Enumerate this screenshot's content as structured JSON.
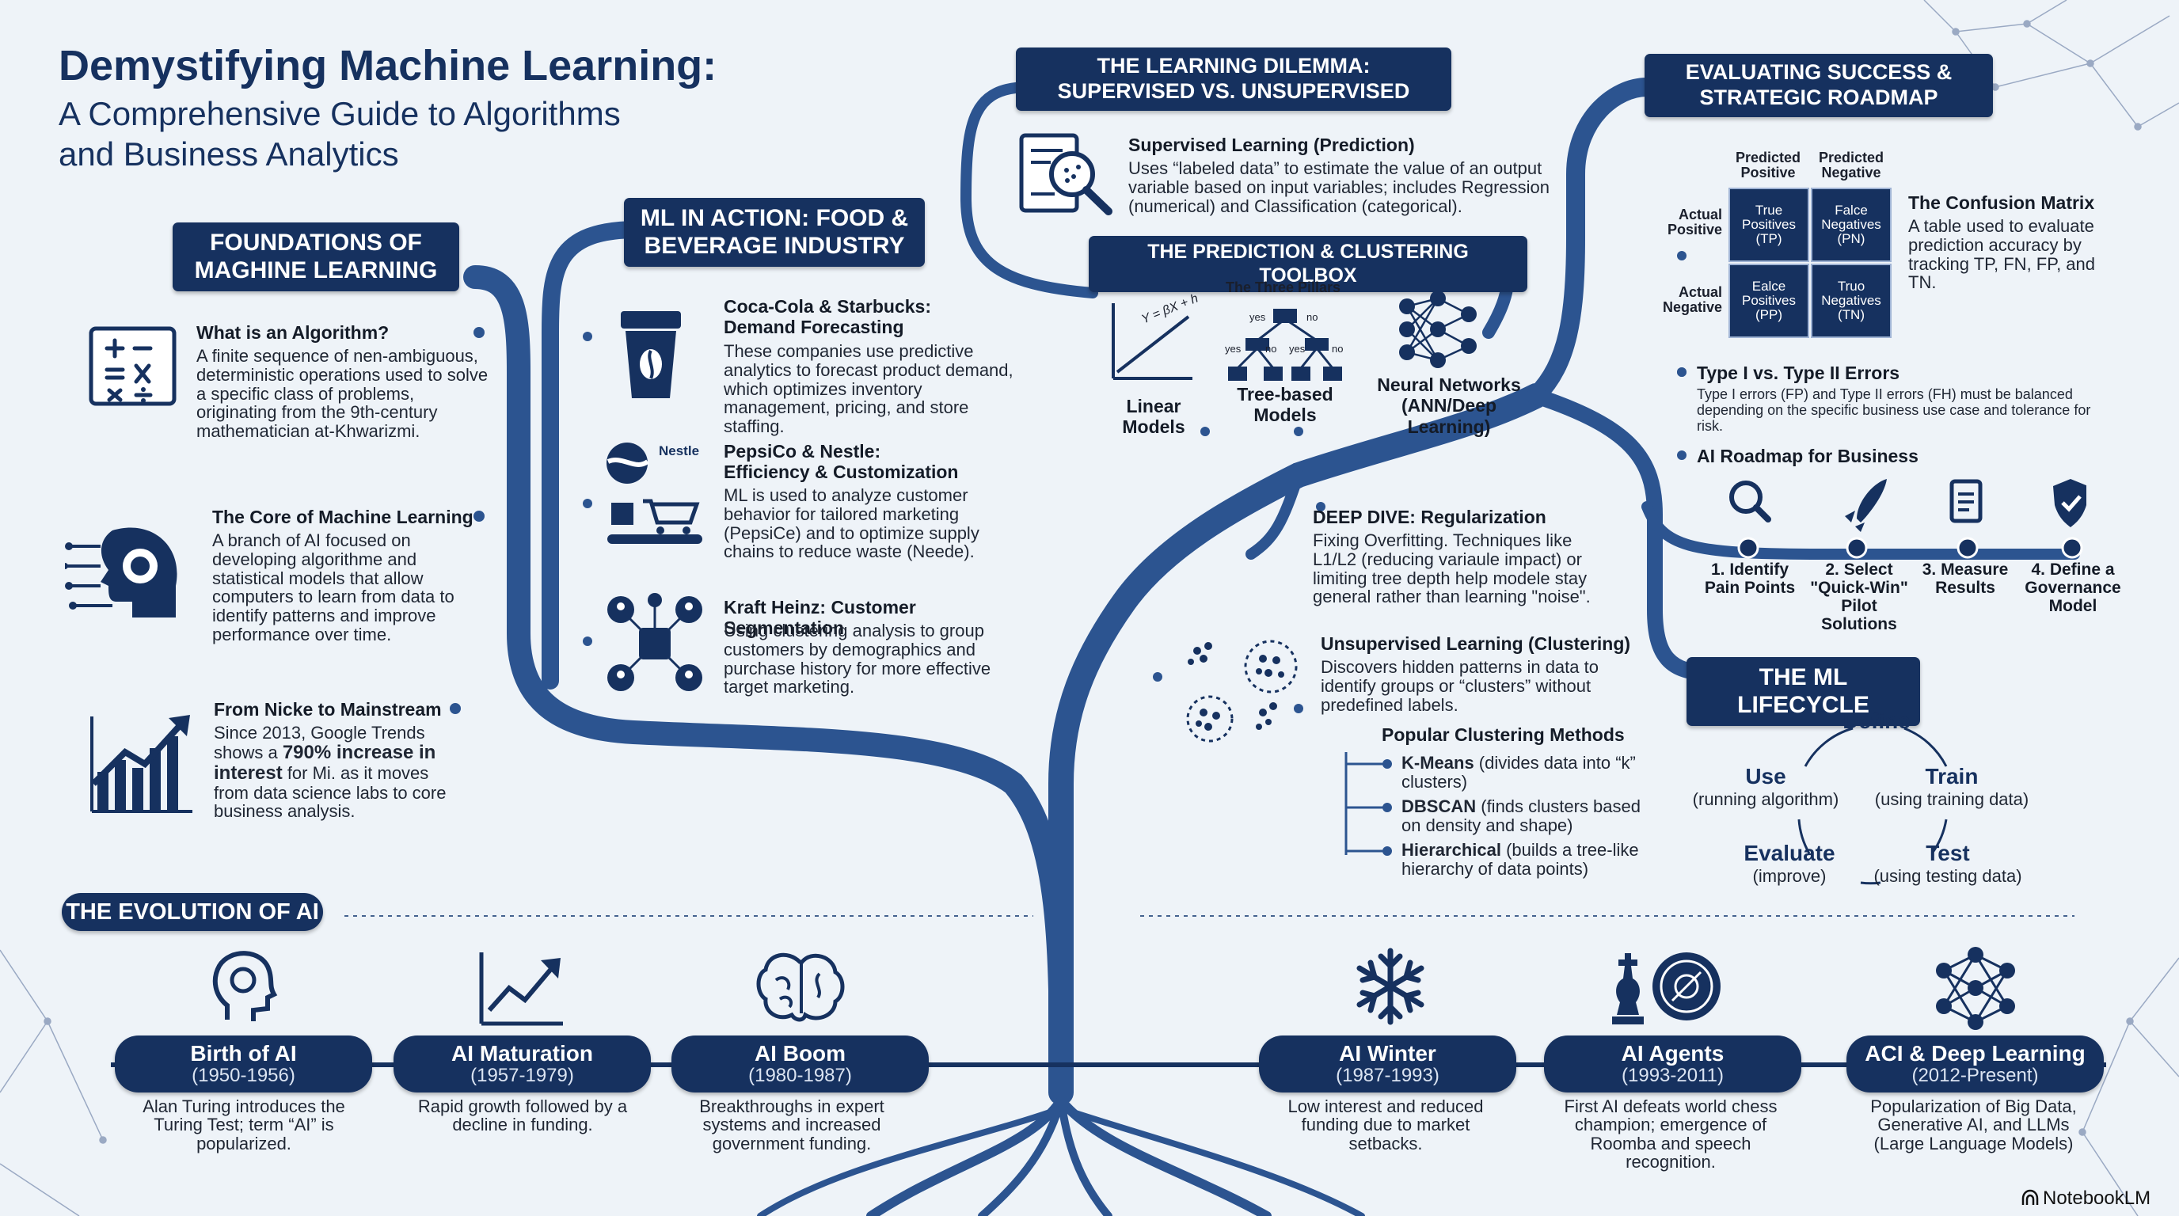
{
  "title": "Demystifying Machine Learning:",
  "subtitle": "A Comprehensive Guide to Algorithms\nand Business Analytics",
  "foundations": {
    "header": "FOUNDATIONS OF\nMAGHINE LEARNING",
    "items": [
      {
        "title": "What is an Algorithm?",
        "body": "A finite sequence of nen-ambiguous, deterministic operations used to solve a specific class of problems, originating from the 9th-century mathematician at-Khwarizmi."
      },
      {
        "title": "The Core of Machine Learning",
        "body": "A branch of AI focused on developing algorithme and statistical models that allow computers to learn from data to identify patterns and improve performance over time."
      },
      {
        "title": "From Nicke to Mainstream",
        "body_pre": "Since 2013, Google Trends shows a ",
        "body_bold": "790% increase in interest",
        "body_post": " for Mi. as it moves from data science labs to core business analysis."
      }
    ]
  },
  "ml_in_action": {
    "header": "ML IN ACTION: FOOD &\nBEVERAGE INDUSTRY",
    "items": [
      {
        "title": "Coca-Cola & Starbucks:\nDemand Forecasting",
        "body": "These companies use predictive analytics to forecast product demand, which optimizes inventory management, pricing, and store staffing."
      },
      {
        "title": "PepsiCo & Nestle:\nEfficiency & Customization",
        "body": "ML is used to analyze customer behavior for tailored marketing (PepsiCe) and to optimize supply chains to reduce waste (Neede).",
        "logo_text": "Nestle"
      },
      {
        "title": "Kraft Heinz: Customer Segmentation",
        "body": "Using clustering analysis to group customers by demographics and purchase history for more effective target marketing."
      }
    ]
  },
  "learning_dilemma": {
    "header": "THE LEARNING DILEMMA:\nSUPERVISED VS. UNSUPERVISED",
    "supervised": {
      "title": "Supervised Learning (Prediction)",
      "body": "Uses “labeled data” to estimate the value of an output variable based on input variables; includes Regression (numerical) and Classification (categorical)."
    }
  },
  "toolbox": {
    "header": "THE PREDICTION & CLUSTERING TOOLBOX",
    "pillars_label": "The Three Pillars",
    "formula": "Y = βX + h",
    "tree_labels": [
      "yes",
      "no",
      "yes",
      "no",
      "yes",
      "no"
    ],
    "tools": [
      "Linear Models",
      "Tree-based\nModels",
      "Neural Networks\n(ANN/Deep Learning)"
    ]
  },
  "deep_dive": {
    "title": "DEEP DIVE: Regularization",
    "body": "Fixing Overfitting. Techniques like L1/L2 (reducing variaule impact) or limiting tree depth help modele stay general rather than learning \"noise\"."
  },
  "unsupervised": {
    "title": "Unsupervised Learning (Clustering)",
    "body": "Discovers hidden patterns in data to identify groups or “clusters” without predefined labels.",
    "methods_title": "Popular Clustering Methods",
    "methods": [
      {
        "name": "K-Means",
        "desc": " (divides data into “k” clusters)"
      },
      {
        "name": "DBSCAN",
        "desc": " (finds clusters based on density and shape)"
      },
      {
        "name": "Hierarchical",
        "desc": " (builds a tree-like hierarchy of data points)"
      }
    ]
  },
  "evaluating": {
    "header": "EVALUATING SUCCESS &\nSTRATEGIC ROADMAP",
    "col_headers": [
      "Predicted\nPositive",
      "Predicted\nNegative"
    ],
    "row_headers": [
      "Actual\nPositive",
      "Actual\nNegative"
    ],
    "cells": [
      "True\nPositives\n(TP)",
      "Falce\nNegatives\n(PN)",
      "Ealce\nPositives\n(PP)",
      "Truo\nNegatives\n(TN)"
    ],
    "cm_title": "The Confusion Matrix",
    "cm_body": "A table used to evaluate prediction accuracy by tracking TP, FN, FP, and TN.",
    "type_title": "Type I vs. Type II Errors",
    "type_body": "Type I errors (FP) and Type II errors (FH) must be balanced depending on the specific business use case and tolerance for risk.",
    "roadmap_title": "AI Roadmap for Business",
    "roadmap": [
      "1. Identify\nPain Points",
      "2. Select\n\"Quick-Win\"\nPilot Solutions",
      "3. Measure\nResults",
      "4. Define a\nGovernance\nModel"
    ]
  },
  "lifecycle": {
    "header": "THE ML LIFECYCLE",
    "stages": [
      {
        "name": "Define",
        "desc": ""
      },
      {
        "name": "Train",
        "desc": "(using training data)"
      },
      {
        "name": "Test",
        "desc": "(using testing data)"
      },
      {
        "name": "Evaluate",
        "desc": "(improve)"
      },
      {
        "name": "Use",
        "desc": "(running algorithm)"
      }
    ]
  },
  "evolution": {
    "header": "THE EVOLUTION OF AI",
    "eras": [
      {
        "title": "Birth of AI",
        "years": "(1950-1956)",
        "desc": "Alan Turing introduces the Turing Test; term “AI” is popularized.",
        "icon": "head-profile-icon"
      },
      {
        "title": "AI Maturation",
        "years": "(1957-1979)",
        "desc": "Rapid growth followed by a decline in funding.",
        "icon": "trend-chart-icon"
      },
      {
        "title": "AI Boom",
        "years": "(1980-1987)",
        "desc": "Breakthroughs in expert systems and increased government funding.",
        "icon": "brain-icon"
      },
      {
        "title": "AI Winter",
        "years": "(1987-1993)",
        "desc": "Low interest and reduced funding due to market setbacks.",
        "icon": "snowflake-icon"
      },
      {
        "title": "AI Agents",
        "years": "(1993-2011)",
        "desc": "First AI defeats world chess champion; emergence of Roomba and speech recognition.",
        "icon": "chess-robot-icon"
      },
      {
        "title": "ACI & Deep Learning",
        "years": "(2012-Present)",
        "desc": "Popularization of Big Data, Generative AI, and LLMs (Large Language Models)",
        "icon": "network-icon"
      }
    ]
  },
  "brand": "NotebookLM",
  "colors": {
    "navy": "#16315f",
    "branch": "#2d5590",
    "background": "#eef3f8"
  }
}
